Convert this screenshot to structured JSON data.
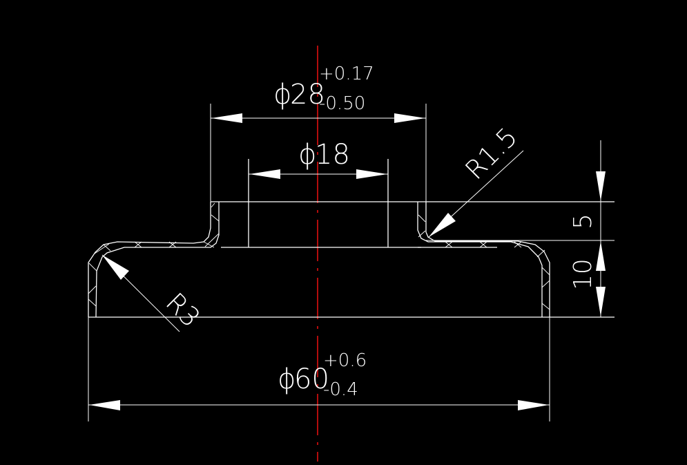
{
  "drawing": {
    "background": "#000000",
    "line_color": "#ffffff",
    "centerline_color": "#e01010",
    "dimensions": {
      "outer_flange_dia": {
        "symbol": "ϕ",
        "value": "28",
        "tol_upper": "+0.17",
        "tol_lower": "-0.50"
      },
      "inner_bore_dia": {
        "symbol": "ϕ",
        "value": "18"
      },
      "bend_radius_small": {
        "label": "R1.5"
      },
      "bend_radius_large": {
        "label": "R3"
      },
      "overall_dia": {
        "symbol": "ϕ",
        "value": "60",
        "tol_upper": "+0.6",
        "tol_lower": "-0.4"
      },
      "upper_height": {
        "value": "5"
      },
      "lower_height": {
        "value": "10"
      }
    }
  }
}
